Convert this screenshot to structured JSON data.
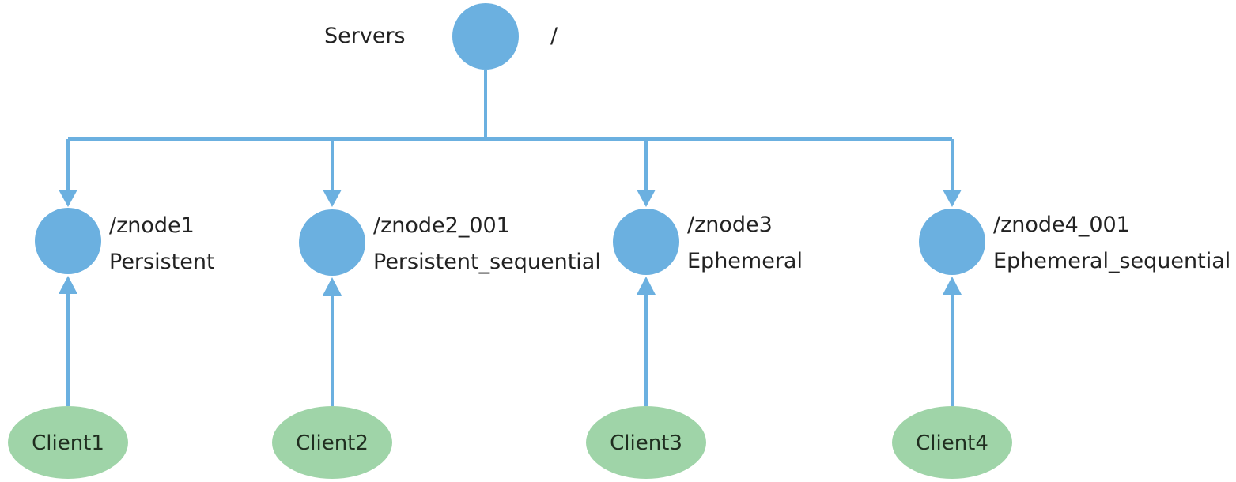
{
  "colors": {
    "node": "#6bb0e0",
    "edge": "#6bb0e0",
    "client": "#9fd4a8",
    "text": "#222222"
  },
  "root": {
    "left_label": "Servers",
    "path": "/"
  },
  "znodes": [
    {
      "path": "/znode1",
      "type": "Persistent",
      "client": "Client1"
    },
    {
      "path": "/znode2_001",
      "type": "Persistent_sequential",
      "client": "Client2"
    },
    {
      "path": "/znode3",
      "type": "Ephemeral",
      "client": "Client3"
    },
    {
      "path": "/znode4_001",
      "type": "Ephemeral_sequential",
      "client": "Client4"
    }
  ]
}
